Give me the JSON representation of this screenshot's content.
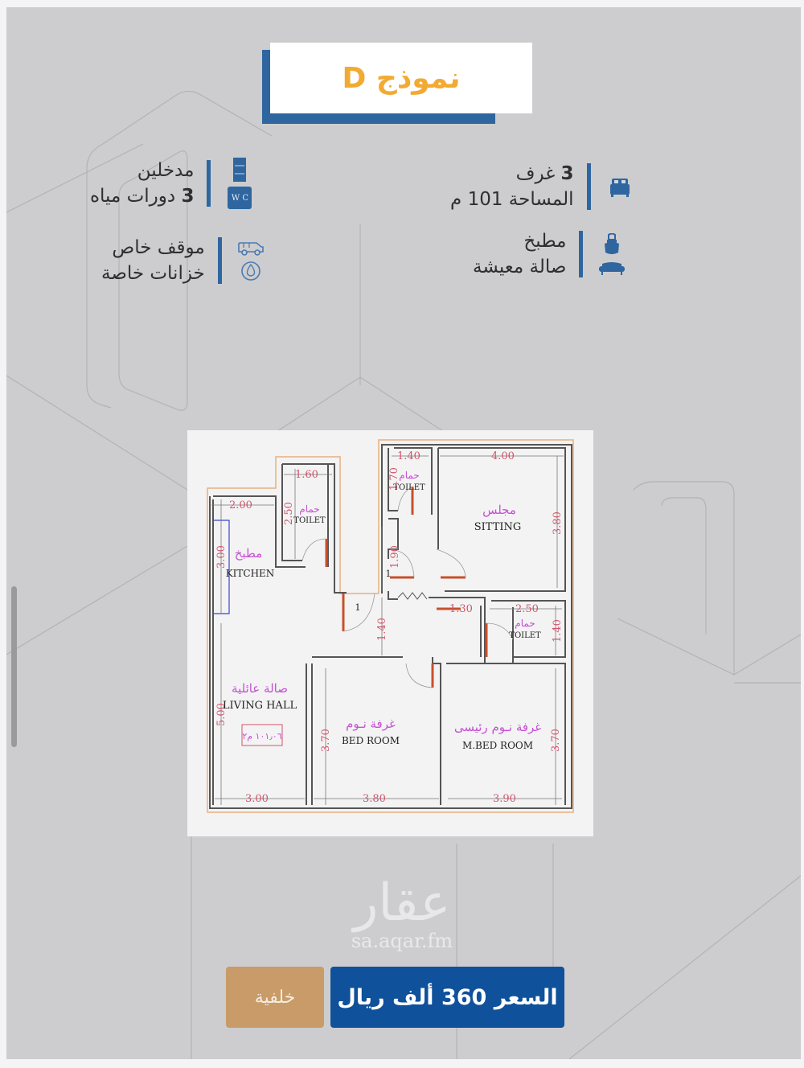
{
  "title": {
    "label": "نموذج D",
    "accent": "#f2aa33",
    "box_shadow_color": "#2f66a0"
  },
  "features": {
    "right_top": {
      "icon": "bed-icon",
      "line1_num": "3",
      "line1_text": "غرف",
      "line2": "المساحة 101 م"
    },
    "right_bottom": {
      "icons": [
        "apron-icon",
        "sofa-icon"
      ],
      "line1": "مطبخ",
      "line2": "صالة معيشة"
    },
    "left_top": {
      "icons": [
        "door-icon",
        "wc-icon"
      ],
      "line1": "مدخلين",
      "line2_num": "3",
      "line2_text": "دورات مياه",
      "wc_label": "W C"
    },
    "left_bottom": {
      "icons": [
        "car-icon",
        "water-tank-icon"
      ],
      "line1": "موقف خاص",
      "line2": "خزانات خاصة"
    }
  },
  "floor_plan": {
    "rooms": [
      {
        "ar": "مطبخ",
        "en": "KITCHEN"
      },
      {
        "ar": "حمام",
        "en": "TOILET"
      },
      {
        "ar": "حمام",
        "en": "TOILET"
      },
      {
        "ar": "مجلس",
        "en": "SITTING"
      },
      {
        "ar": "حمام",
        "en": "TOILET"
      },
      {
        "ar": "صالة عائلية",
        "en": "LIVING  HALL"
      },
      {
        "ar": "غرفة نـوم",
        "en": "BED  ROOM"
      },
      {
        "ar": "غرفة نـوم رئيسى",
        "en": "M.BED  ROOM"
      }
    ],
    "area_tag": "١٠١٫٠٦ م٢",
    "dims": {
      "kitchen_w": "2.00",
      "kitchen_h": "3.00",
      "toilet1_w": "1.60",
      "toilet1_h": "2.50",
      "toilet2_w": "1.40",
      "toilet2_h": "1.70",
      "sitting_w": "4.00",
      "sitting_h": "3.80",
      "corridor_h": "1.90",
      "corridor_h2": "1.40",
      "corridor_w": "1.30",
      "toilet3_w": "2.50",
      "toilet3_h": "1.40",
      "living_h": "5.00",
      "living_w": "3.00",
      "bed_h": "3.70",
      "bed_w": "3.80",
      "mbed_h": "3.70",
      "mbed_w": "3.90"
    },
    "door_marks": [
      "1",
      "1"
    ]
  },
  "watermark": {
    "arabic": "عقار",
    "url": "sa.aqar.fm"
  },
  "buttons": {
    "background": {
      "label": "خلفية",
      "color": "#c89b68"
    },
    "price": {
      "label": "السعر 360 ألف ريال",
      "color": "#0f519b"
    }
  }
}
